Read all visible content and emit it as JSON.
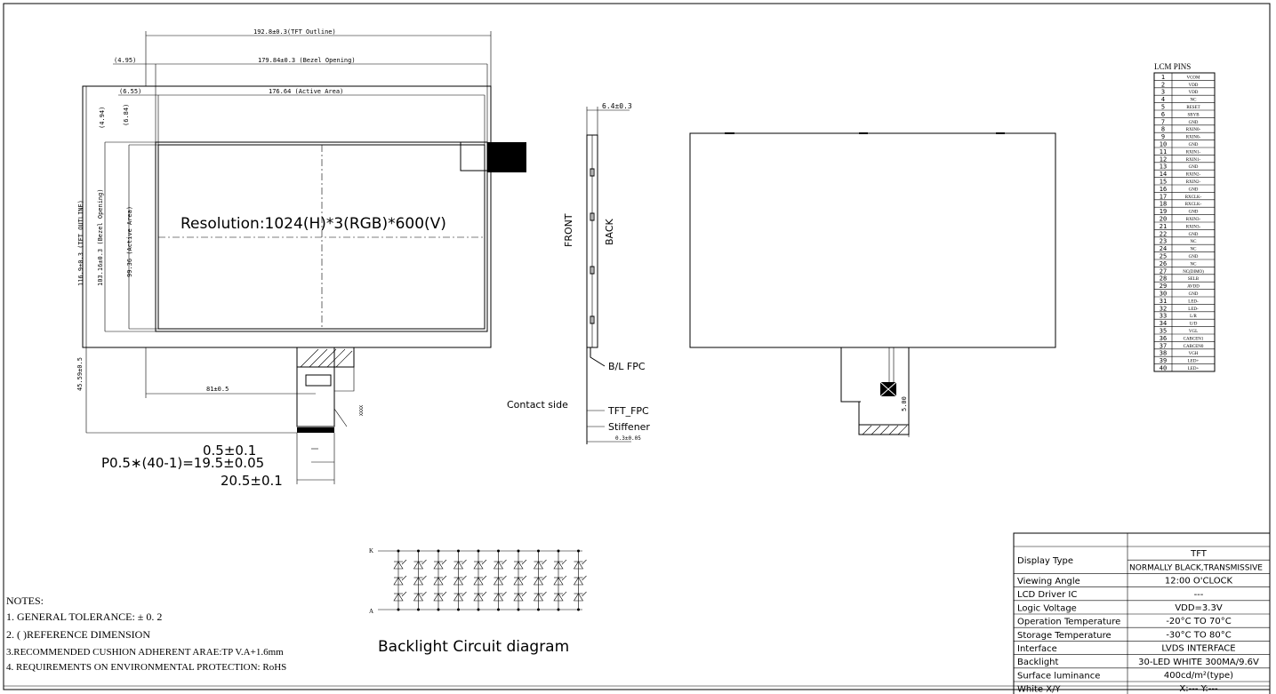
{
  "dimensions": {
    "tft_outline_w": "192.8±0.3(TFT Outline)",
    "bezel_w": "179.84±0.3 (Bezel Opening)",
    "active_w": "176.64 (Active Area)",
    "left_bezel_offset": "(4.95)",
    "left_active_offset": "(6.55)",
    "top_bezel_offset": "(4.94)",
    "top_active_offset": "(6.84)",
    "tft_outline_h": "116.9±0.3 (TFT OUTLINE)",
    "bezel_h": "103.16±0.3 (Bezel Opening)",
    "active_h": "99.36 (Active Area)",
    "fpc_length": "45.59±0.5",
    "fpc_position": "81±0.5",
    "pin_width": "0.5±0.1",
    "pitch": "P0.5∗(40-1)=19.5±0.05",
    "fpc_width": "20.5±0.1",
    "thickness": "6.4±0.3",
    "stiffener_thickness": "0.3±0.05",
    "back_dim": "5.00",
    "fpc_mark": "XXXX"
  },
  "labels": {
    "resolution": "Resolution:1024(H)*3(RGB)*600(V)",
    "front": "FRONT",
    "back": "BACK",
    "bl_fpc": "B/L FPC",
    "contact_side": "Contact side",
    "tft_fpc": "TFT_FPC",
    "stiffener": "Stiffener",
    "backlight_title": "Backlight Circuit diagram",
    "k": "K",
    "a": "A"
  },
  "notes": {
    "title": "NOTES:",
    "items": [
      "1. GENERAL  TOLERANCE: ± 0. 2",
      "2. (   )REFERENCE  DIMENSION",
      "3.RECOMMENDED CUSHION ADHERENT ARAE:TP V.A+1.6mm",
      "4.  REQUIREMENTS ON ENVIRONMENTAL PROTECTION: RoHS"
    ]
  },
  "pins": {
    "title": "LCM PINS",
    "rows": [
      [
        "1",
        "VCOM"
      ],
      [
        "2",
        "VDD"
      ],
      [
        "3",
        "VDD"
      ],
      [
        "4",
        "NC"
      ],
      [
        "5",
        "RESET"
      ],
      [
        "6",
        "SBYB"
      ],
      [
        "7",
        "GND"
      ],
      [
        "8",
        "RXIN0-"
      ],
      [
        "9",
        "RXIN0-"
      ],
      [
        "10",
        "GND"
      ],
      [
        "11",
        "RXIN1-"
      ],
      [
        "12",
        "RXIN1-"
      ],
      [
        "13",
        "GND"
      ],
      [
        "14",
        "RXIN2-"
      ],
      [
        "15",
        "RXIN2-"
      ],
      [
        "16",
        "GND"
      ],
      [
        "17",
        "RXCLK-"
      ],
      [
        "18",
        "RXCLK-"
      ],
      [
        "19",
        "GND"
      ],
      [
        "20",
        "RXIN3-"
      ],
      [
        "21",
        "RXIN3-"
      ],
      [
        "22",
        "GND"
      ],
      [
        "23",
        "NC"
      ],
      [
        "24",
        "NC"
      ],
      [
        "25",
        "GND"
      ],
      [
        "26",
        "NC"
      ],
      [
        "27",
        "NC(DIMO)"
      ],
      [
        "28",
        "SELB"
      ],
      [
        "29",
        "AVDD"
      ],
      [
        "30",
        "GND"
      ],
      [
        "31",
        "LED-"
      ],
      [
        "32",
        "LED-"
      ],
      [
        "33",
        "L/R"
      ],
      [
        "34",
        "U/D"
      ],
      [
        "35",
        "VGL"
      ],
      [
        "36",
        "CABCEN1"
      ],
      [
        "37",
        "CABCEN0"
      ],
      [
        "38",
        "VGH"
      ],
      [
        "39",
        "LED+"
      ],
      [
        "40",
        "LED+"
      ]
    ]
  },
  "specs": {
    "rows": [
      {
        "label": "Display Type",
        "value": "TFT",
        "value2": "NORMALLY  BLACK,TRANSMISSIVE"
      },
      {
        "label": "Viewing  Angle",
        "value": "12:00  O'CLOCK"
      },
      {
        "label": "LCD  Driver  IC",
        "value": "---"
      },
      {
        "label": "Logic  Voltage",
        "value": "VDD=3.3V"
      },
      {
        "label": "Operation  Temperature",
        "value": "-20°C  TO  70°C"
      },
      {
        "label": "Storage  Temperature",
        "value": "-30°C  TO  80°C"
      },
      {
        "label": "Interface",
        "value": "LVDS  INTERFACE"
      },
      {
        "label": "Backlight",
        "value": "30-LED  WHITE  300MA/9.6V"
      },
      {
        "label": "Surface  luminance",
        "value": "400cd/m²(type)"
      },
      {
        "label": "White  X/Y",
        "value": "X:---   Y:---"
      }
    ]
  }
}
